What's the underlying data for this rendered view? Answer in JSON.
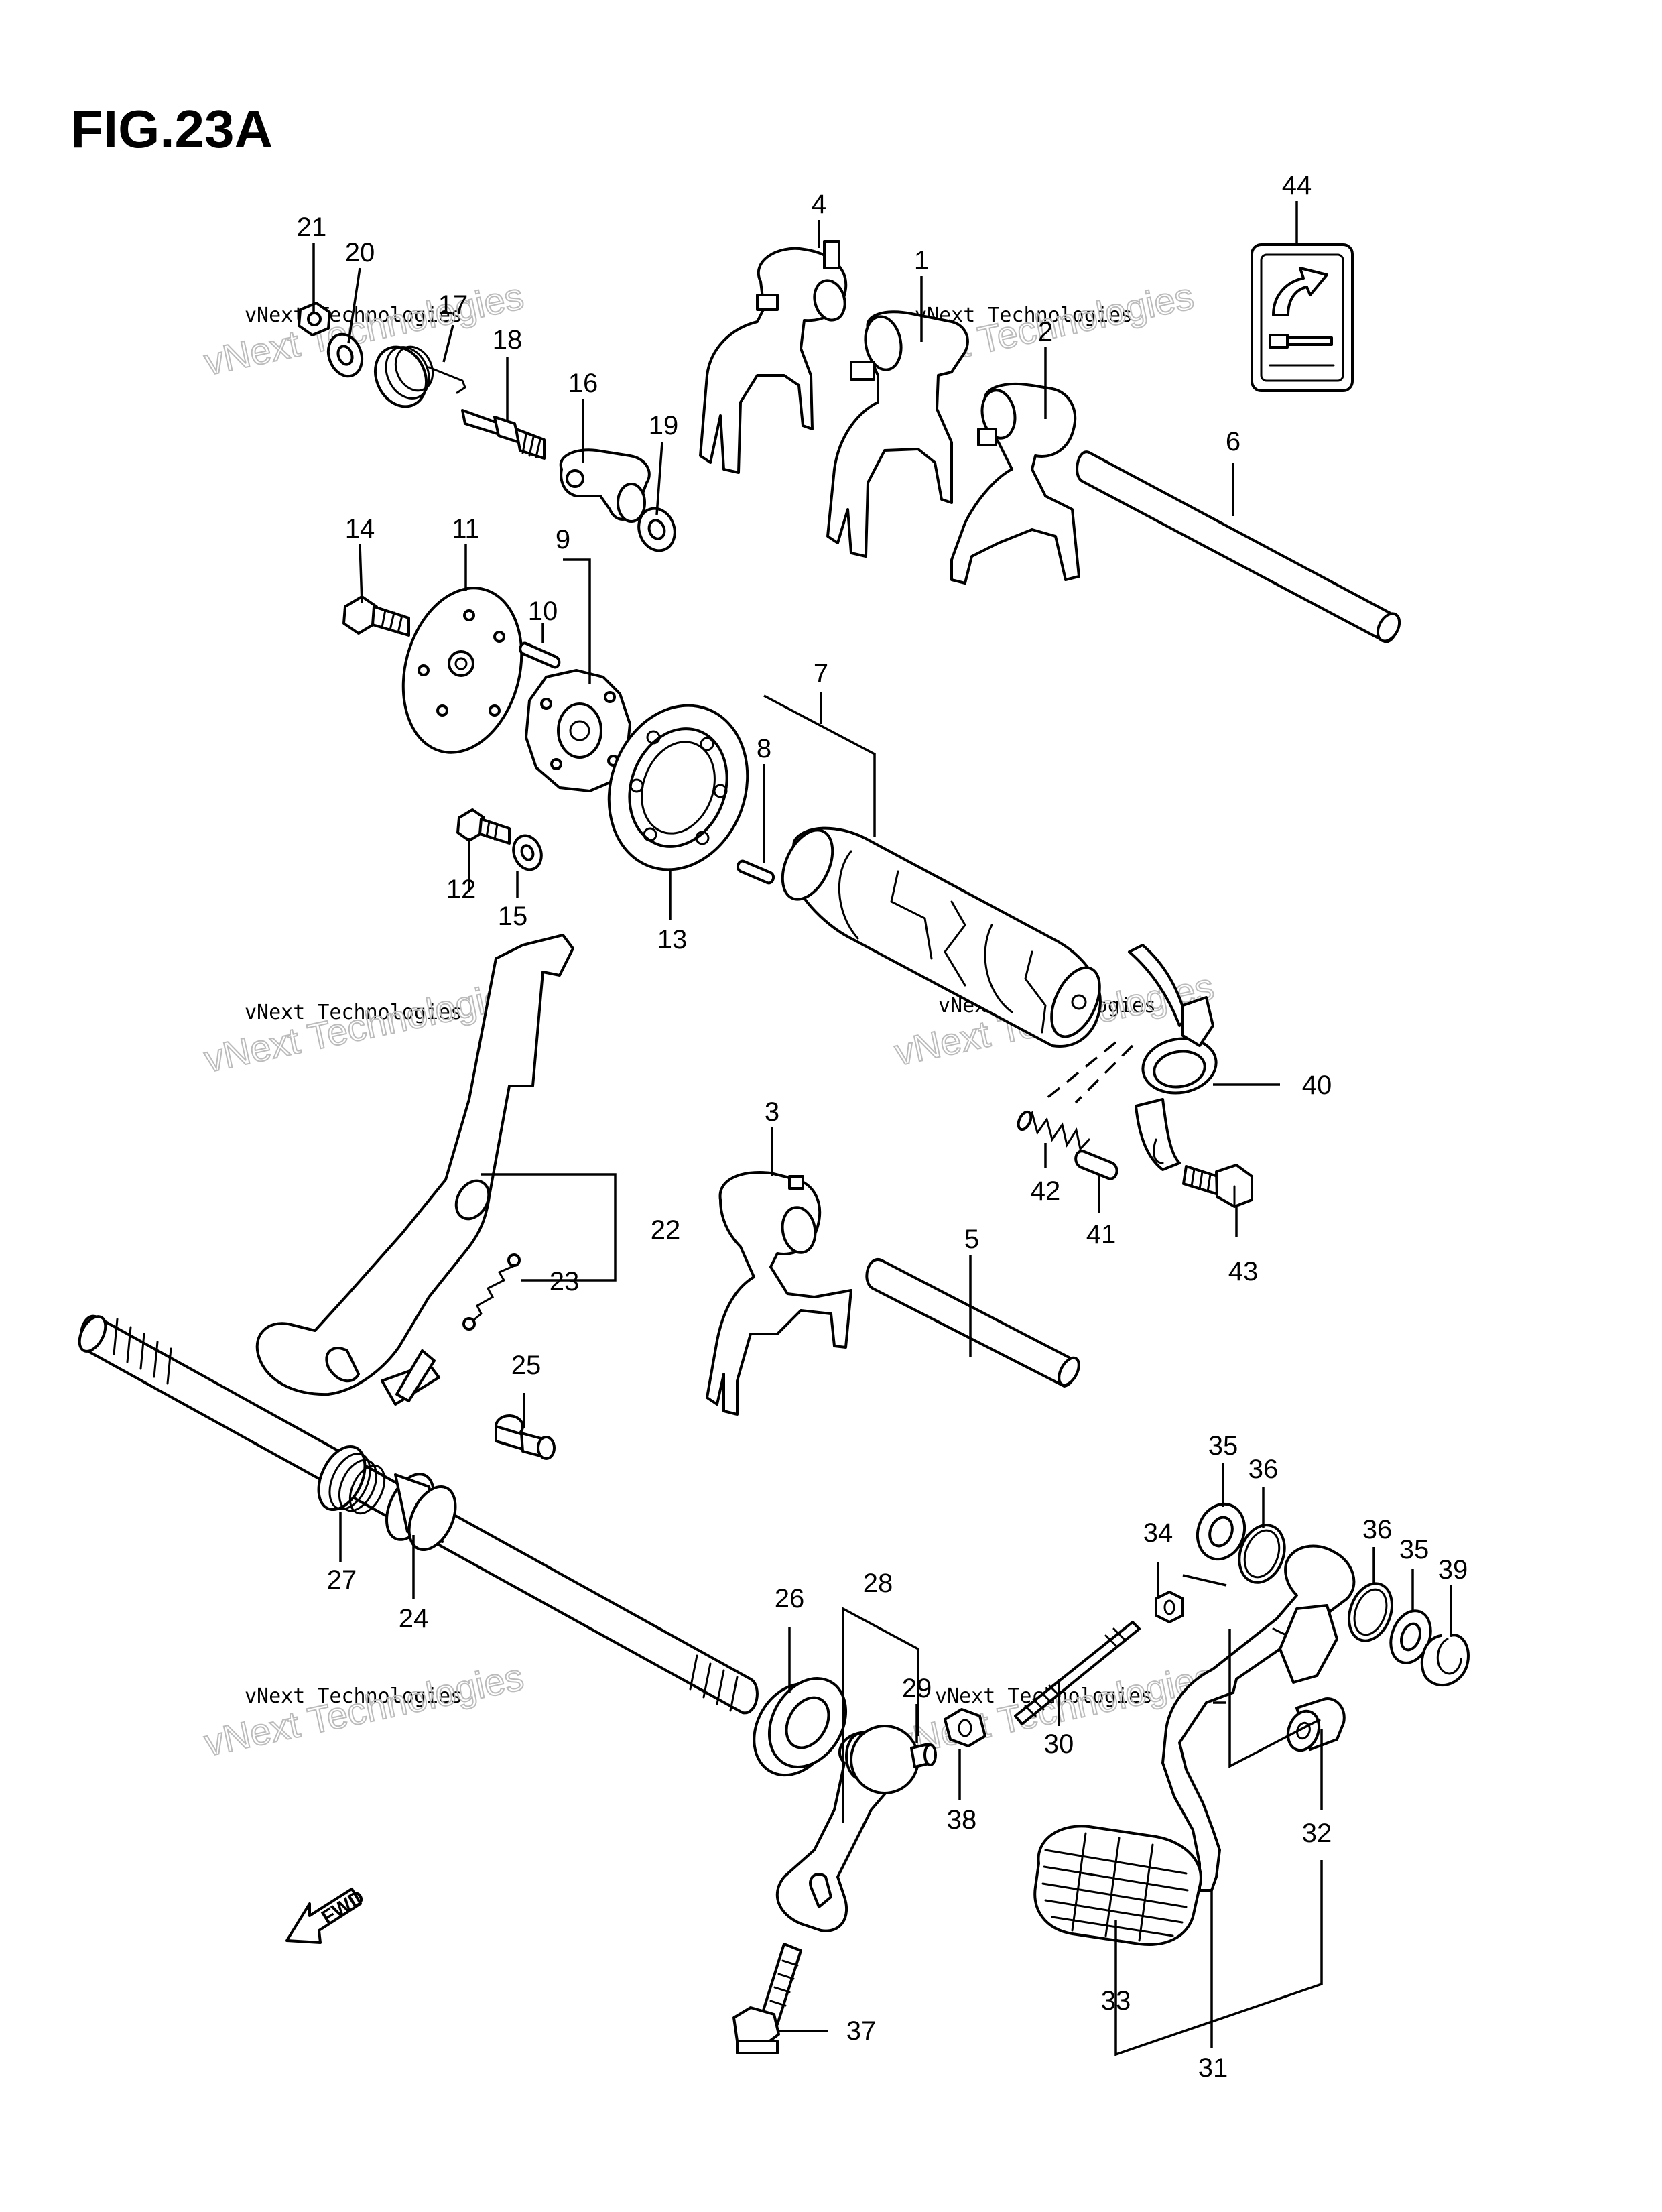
{
  "figure": {
    "title": "FIG.23A",
    "fwd_label": "FWD"
  },
  "watermark": {
    "line1": "vNext Technologies",
    "line2": "vNext Technologies"
  },
  "callouts": {
    "c1": "1",
    "c2": "2",
    "c3": "3",
    "c4": "4",
    "c5": "5",
    "c6": "6",
    "c7": "7",
    "c8": "8",
    "c9": "9",
    "c10": "10",
    "c11": "11",
    "c12": "12",
    "c13": "13",
    "c14": "14",
    "c15": "15",
    "c16": "16",
    "c17": "17",
    "c18": "18",
    "c19": "19",
    "c20": "20",
    "c21": "21",
    "c22": "22",
    "c23": "23",
    "c24": "24",
    "c25": "25",
    "c26": "26",
    "c27": "27",
    "c28": "28",
    "c29": "29",
    "c30": "30",
    "c31": "31",
    "c32": "32",
    "c33": "33",
    "c34": "34",
    "c35a": "35",
    "c35b": "35",
    "c36a": "36",
    "c36b": "36",
    "c37": "37",
    "c38": "38",
    "c39": "39",
    "c40": "40",
    "c41": "41",
    "c42": "42",
    "c43": "43",
    "c44": "44"
  }
}
